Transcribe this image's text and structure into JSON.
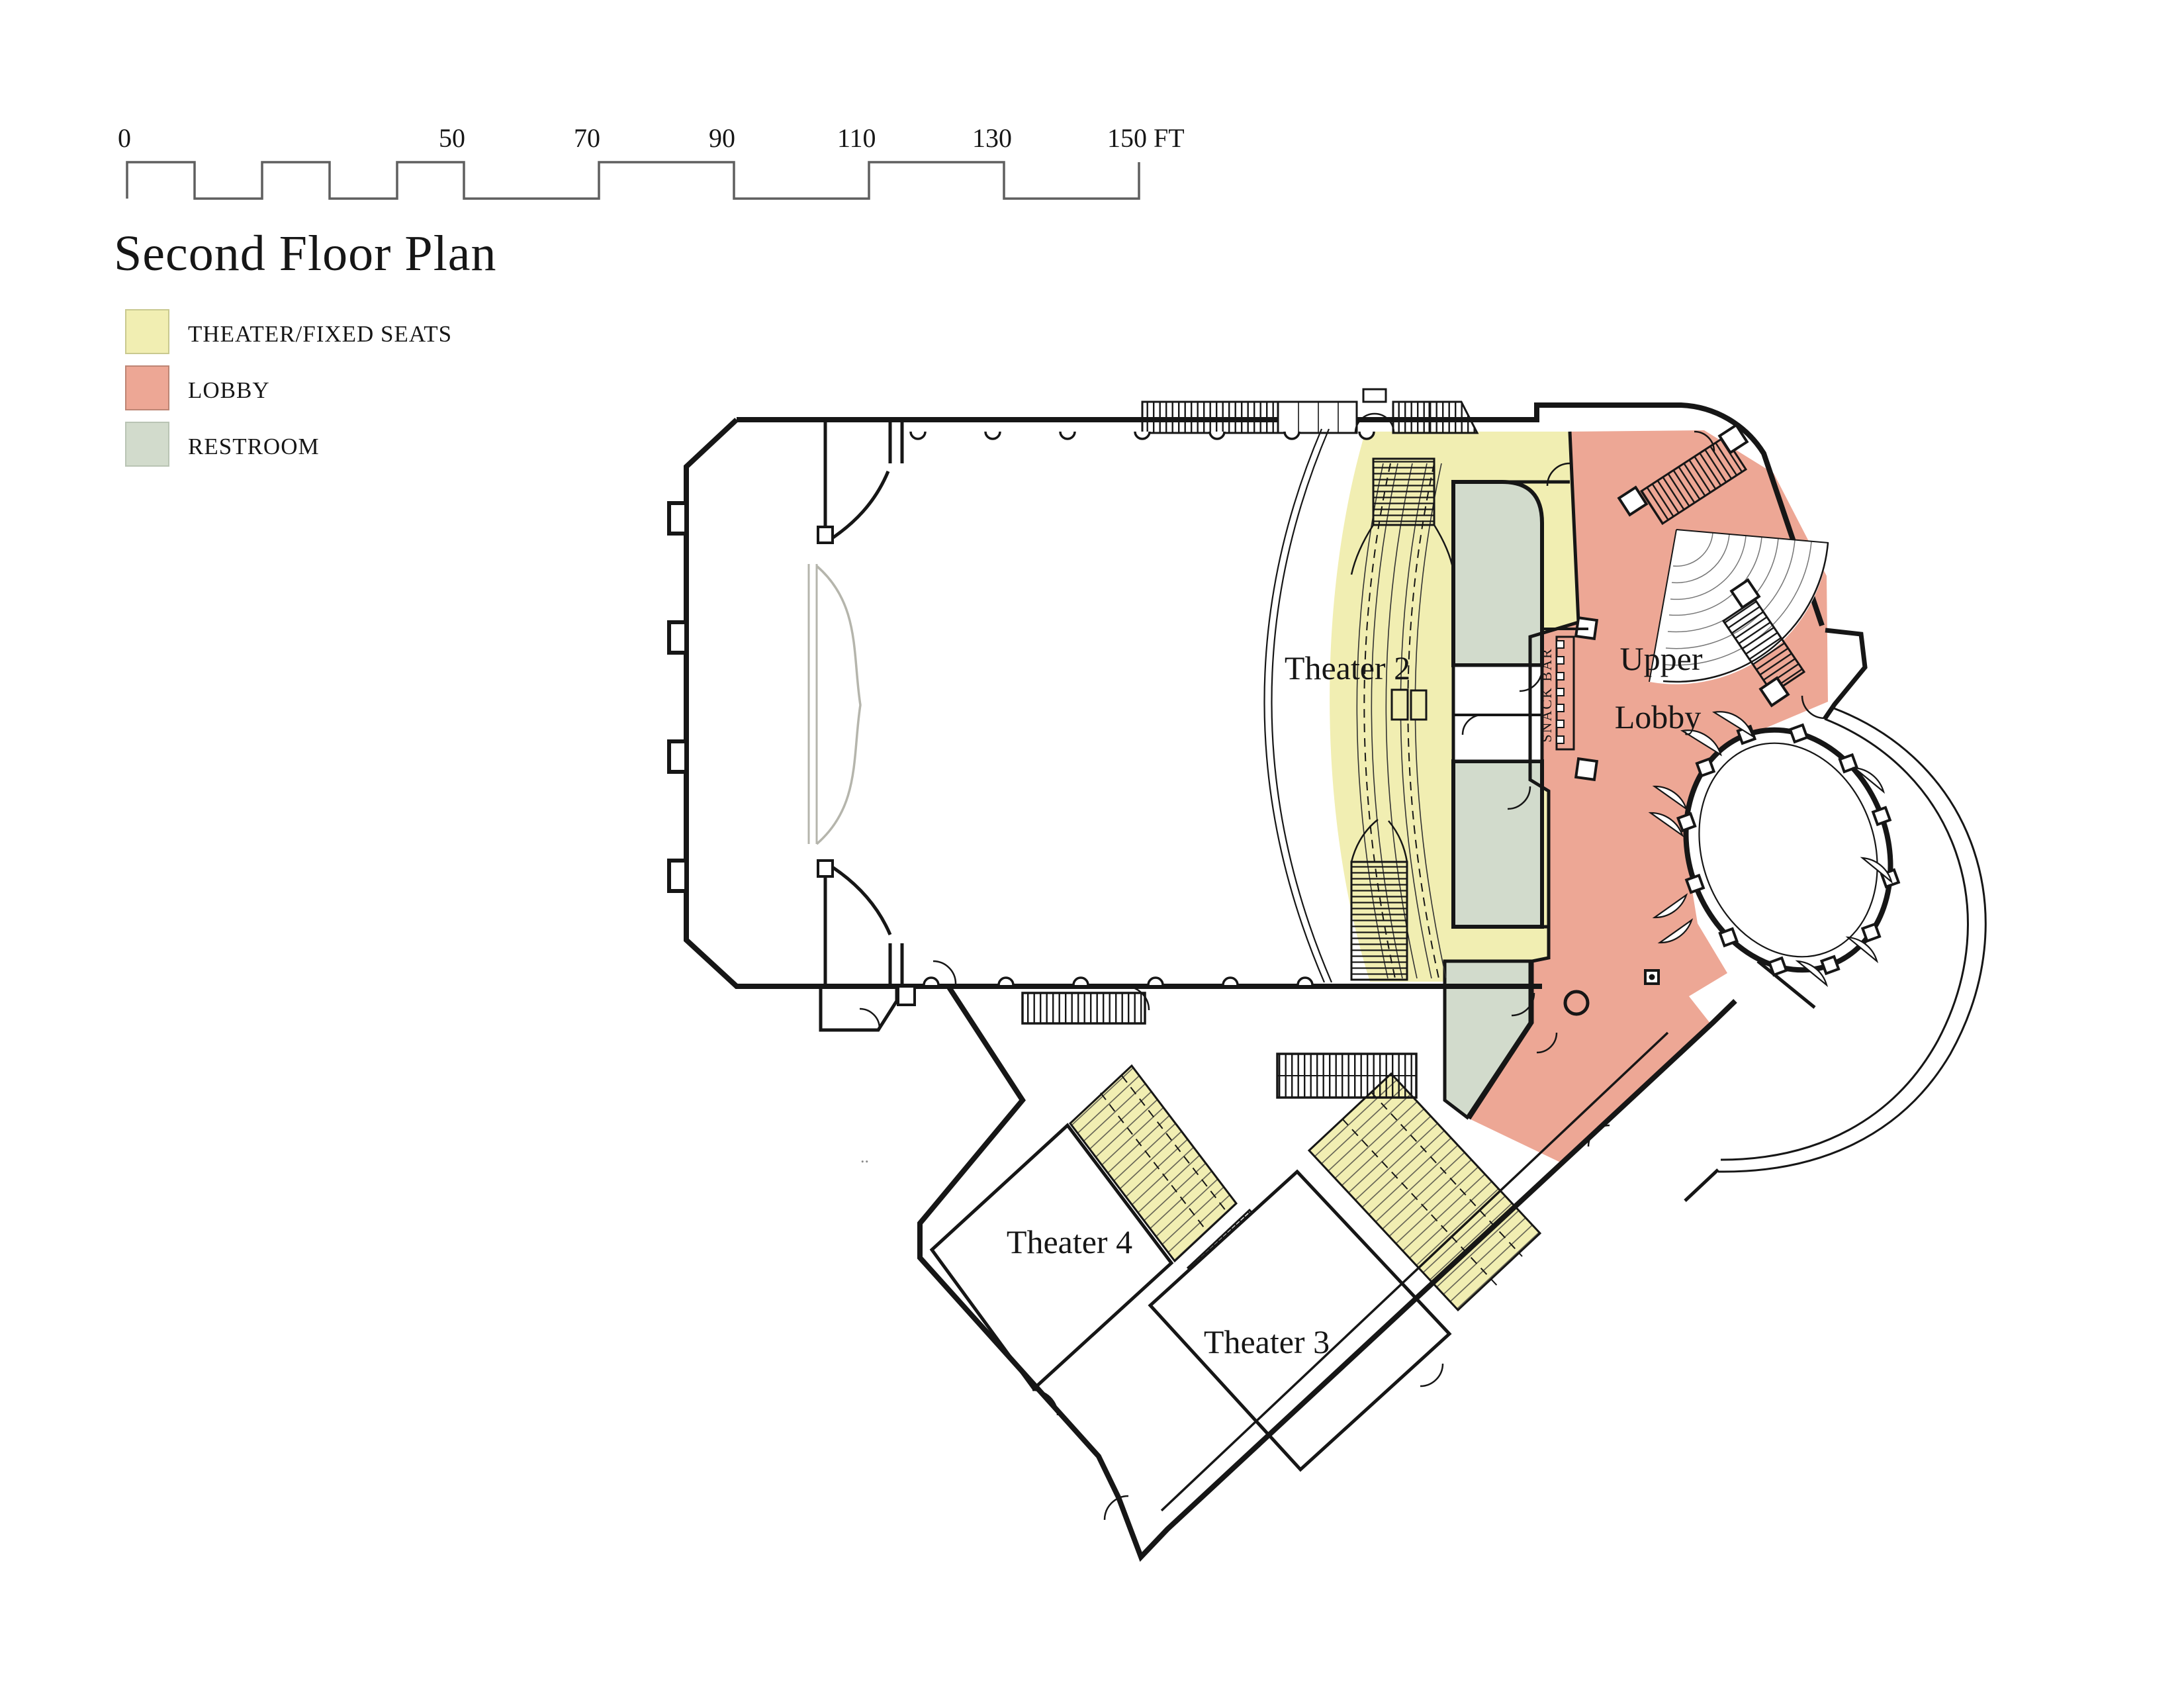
{
  "title": "Second Floor Plan",
  "scale_bar": {
    "unit": "FT",
    "ticks": [
      {
        "value": "0"
      },
      {
        "value": "50"
      },
      {
        "value": "70"
      },
      {
        "value": "90"
      },
      {
        "value": "110"
      },
      {
        "value": "130"
      },
      {
        "value": "150 FT"
      }
    ]
  },
  "legend": {
    "items": [
      {
        "label": "THEATER/FIXED SEATS",
        "color": "#F1EEB2"
      },
      {
        "label": "LOBBY",
        "color": "#EDA795"
      },
      {
        "label": "RESTROOM",
        "color": "#D2DBCC"
      }
    ]
  },
  "plan": {
    "labels": {
      "theater2": "Theater 2",
      "upper_lobby_line1": "Upper",
      "upper_lobby_line2": "Lobby",
      "theater4": "Theater 4",
      "theater3": "Theater 3",
      "snack_bar": "SNACK BAR",
      "dots": ".."
    },
    "colors": {
      "seats": "#F1EEB2",
      "lobby": "#EDA795",
      "restroom": "#D2DBCC",
      "wall": "#161616",
      "gray": "#b5b5ac",
      "scale": "#5f5f5f"
    }
  }
}
